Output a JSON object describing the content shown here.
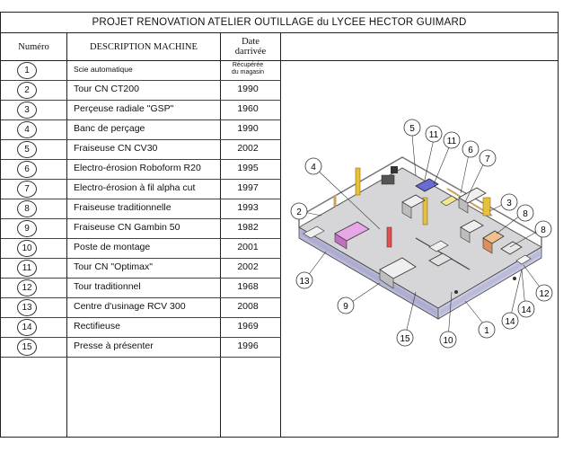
{
  "title": "PROJET RENOVATION ATELIER OUTILLAGE du LYCEE HECTOR GUIMARD",
  "columns": {
    "numero": "Numéro",
    "description": "DESCRIPTION MACHINE",
    "date_line1": "Date",
    "date_line2": "darrivée"
  },
  "rows": [
    {
      "num": "1",
      "desc": "Scie automatique",
      "date_line1": "Récupérée",
      "date_line2": "du magasin"
    },
    {
      "num": "2",
      "desc": "Tour CN CT200",
      "date": "1990"
    },
    {
      "num": "3",
      "desc": "Perçeuse radiale \"GSP\"",
      "date": "1960"
    },
    {
      "num": "4",
      "desc": "Banc de perçage",
      "date": "1990"
    },
    {
      "num": "5",
      "desc": "Fraiseuse CN CV30",
      "date": "2002"
    },
    {
      "num": "6",
      "desc": "Electro-érosion Roboform R20",
      "date": "1995"
    },
    {
      "num": "7",
      "desc": "Electro-érosion à fil alpha cut",
      "date": "1997"
    },
    {
      "num": "8",
      "desc": "Fraiseuse traditionnelle",
      "date": "1993"
    },
    {
      "num": "9",
      "desc": "Fraiseuse CN Gambin 50",
      "date": "1982"
    },
    {
      "num": "10",
      "desc": "Poste de montage",
      "date": "2001"
    },
    {
      "num": "11",
      "desc": "Tour CN \"Optimax\"",
      "date": "2002"
    },
    {
      "num": "12",
      "desc": "Tour traditionnel",
      "date": "1968"
    },
    {
      "num": "13",
      "desc": "Centre d'usinage RCV 300",
      "date": "2008"
    },
    {
      "num": "14",
      "desc": "Rectifieuse",
      "date": "1969"
    },
    {
      "num": "15",
      "desc": "Presse à présenter",
      "date": "1996"
    }
  ],
  "plan_callouts": [
    "5",
    "11",
    "11",
    "6",
    "7",
    "4",
    "3",
    "8",
    "2",
    "8",
    "13",
    "12",
    "9",
    "14",
    "14",
    "15",
    "10",
    "1"
  ]
}
